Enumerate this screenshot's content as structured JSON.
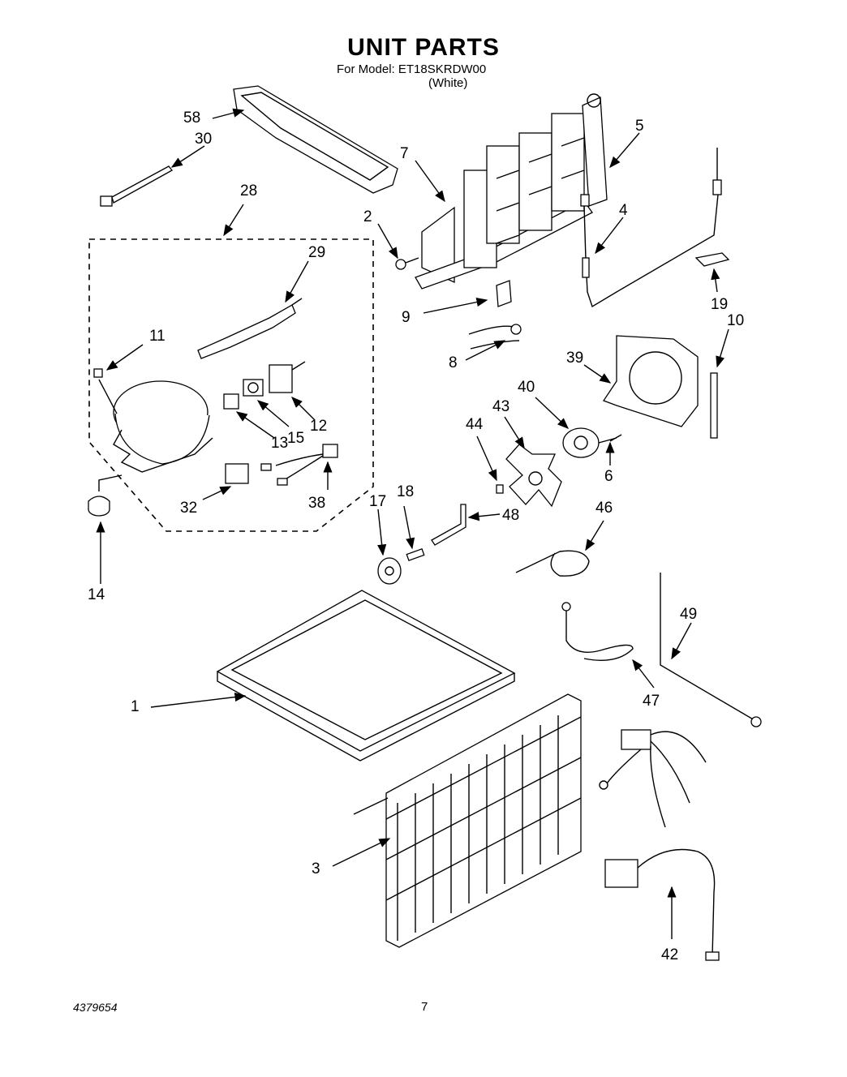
{
  "header": {
    "title": "UNIT PARTS",
    "model_label": "For Model:",
    "model_number": "ET18SKRDW00",
    "color": "(White)"
  },
  "callouts": {
    "p1": "1",
    "p2": "2",
    "p3": "3",
    "p4": "4",
    "p5": "5",
    "p6": "6",
    "p7": "7",
    "p8": "8",
    "p9": "9",
    "p10": "10",
    "p11": "11",
    "p12": "12",
    "p13": "13",
    "p14": "14",
    "p15": "15",
    "p17": "17",
    "p18": "18",
    "p19": "19",
    "p28": "28",
    "p29": "29",
    "p30": "30",
    "p32": "32",
    "p38": "38",
    "p39": "39",
    "p40": "40",
    "p42": "42",
    "p43": "43",
    "p44": "44",
    "p46": "46",
    "p47": "47",
    "p48": "48",
    "p49": "49",
    "p58": "58"
  },
  "footer": {
    "doc_number": "4379654",
    "page_number": "7"
  }
}
